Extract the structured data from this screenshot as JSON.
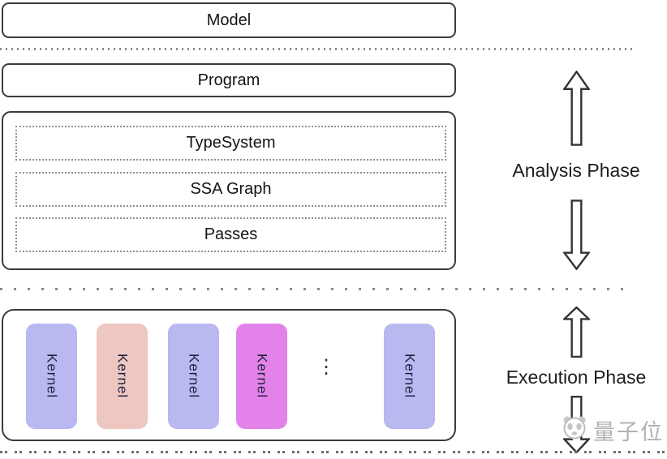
{
  "diagram": {
    "pipeline": {
      "model_label": "Model",
      "program_label": "Program"
    },
    "analysis_stack": {
      "items": [
        "TypeSystem",
        "SSA Graph",
        "Passes"
      ]
    },
    "execution": {
      "kernels": [
        {
          "label": "Kernel",
          "fill": "#b9b8f1"
        },
        {
          "label": "Kernel",
          "fill": "#eec7c2"
        },
        {
          "label": "Kernel",
          "fill": "#b9b8f1"
        },
        {
          "label": "Kernel",
          "fill": "#e383ea"
        },
        {
          "label": "Kernel",
          "fill": "#b9b8f1"
        }
      ],
      "ellipsis": "⋮"
    },
    "phases": {
      "analysis_label": "Analysis Phase",
      "execution_label": "Execution Phase"
    },
    "watermark": {
      "text": "量子位",
      "icon": "qbitai-panda-logo"
    },
    "colors": {
      "kernel_lavender": "#b9b8f1",
      "kernel_pink": "#eec7c2",
      "kernel_magenta": "#e383ea",
      "box_border": "#3b3b3b",
      "dotted_gray": "#8a8a8a",
      "watermark_gray": "#b2b2b2",
      "background": "#ffffff"
    }
  }
}
